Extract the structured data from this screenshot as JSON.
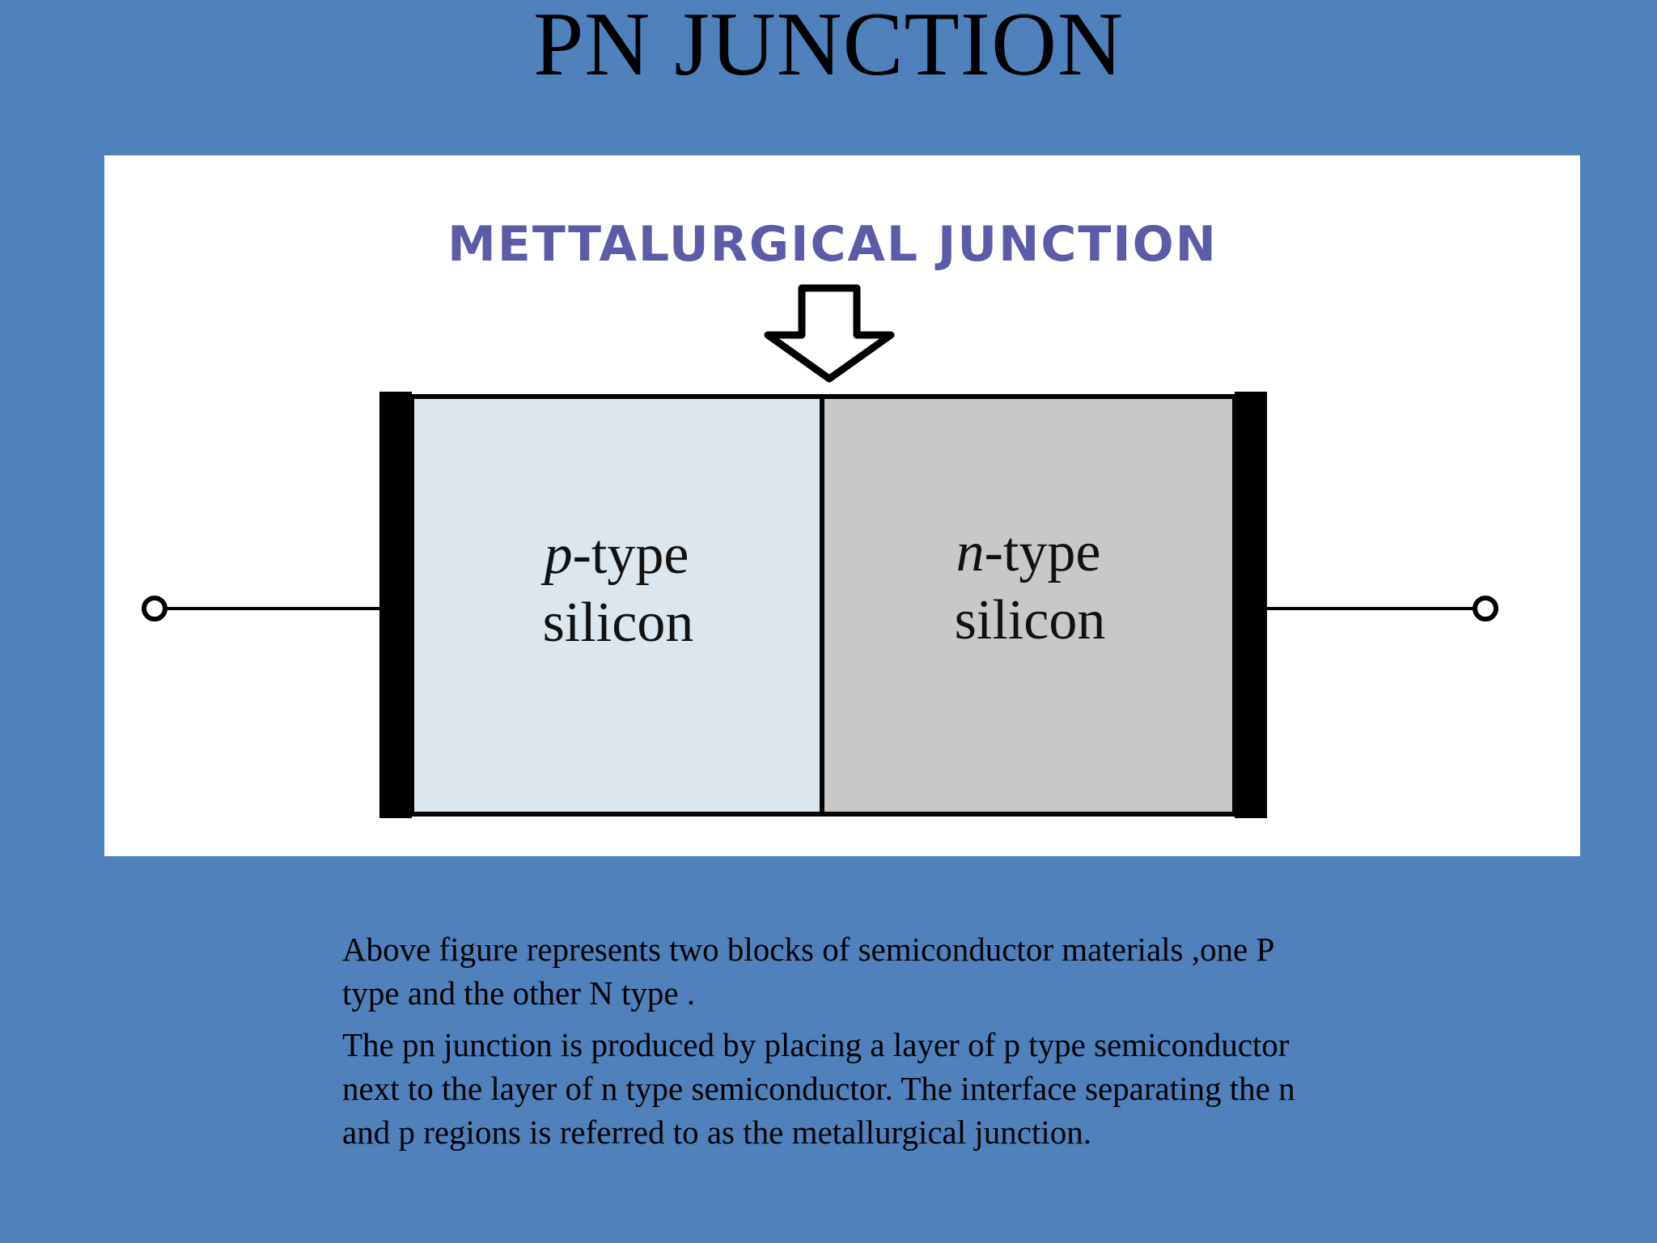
{
  "slide": {
    "title": "PN JUNCTION",
    "background_color": "#4f81bd"
  },
  "figure": {
    "heading": "METTALURGICAL JUNCTION",
    "heading_color": "#5b5ba8",
    "arrow_icon": "down-arrow-outline-icon",
    "p_block": {
      "letter": "p",
      "type_suffix": "-type",
      "material": "silicon",
      "fill_color": "#dce6ee"
    },
    "n_block": {
      "letter": "n",
      "type_suffix": "-type",
      "material": "silicon",
      "fill_color": "#c8c8c8"
    }
  },
  "body": {
    "paragraph_1": "Above figure represents two blocks of semiconductor materials ,one P type and the other N type .",
    "paragraph_2": "The pn junction is produced by placing a layer of p type semiconductor next to the layer of n type semiconductor. The interface separating the n and p regions is referred to as the metallurgical junction."
  }
}
